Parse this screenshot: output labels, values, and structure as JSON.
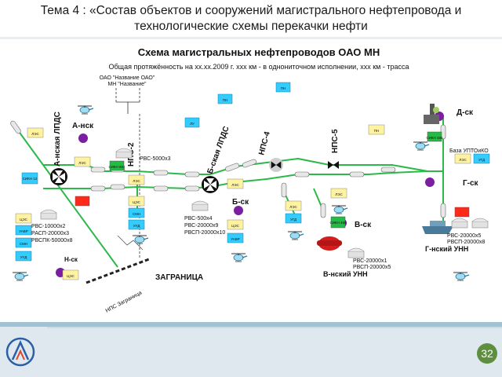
{
  "header": {
    "title_line1": "Тема 4 : «Состав объектов и сооружений магистрального нефтепровода и",
    "title_line2": "технологические схемы перекачки нефти"
  },
  "diagram": {
    "title": "Схема магистральных нефтепроводов ОАО МН",
    "subtitle": "Общая протяжённость на хх.хх.2009 г. ххх км - в однониточном исполнении, ххх км - трасса",
    "org_label_line1": "ОАО \"Название ОАО\"",
    "org_label_line2": "МН \"Название\"",
    "stations": {
      "lpds_a": "А-нская ЛПДС",
      "lpds_b": "Б-ская ЛПДС",
      "nps2": "НПС-2",
      "nps4": "НПС-4",
      "nps5": "НПС-5",
      "nps_border": "НПС Заграница"
    },
    "settlements": {
      "a": "А-нск",
      "b": "Б-ск",
      "v": "В-ск",
      "g": "Г-ск",
      "d": "Д-ск",
      "n": "Н-ск"
    },
    "refineries": {
      "v": "В-нский УНН",
      "g": "Г-нский УНН"
    },
    "border": "ЗАГРАНИЦА",
    "base": "База УПТОиКО",
    "tanks": {
      "a_1": "РВС-10000х2",
      "a_2": "РАСП-20000х3",
      "a_3": "РВСПК-50000х8",
      "nps2": "РВС-5000х3",
      "b_1": "РВС-500х4",
      "b_2": "РВС-20000х9",
      "b_3": "РВСП-20000х10",
      "v_1": "РВС-20000х1",
      "v_2": "РВСП-20000х5",
      "g_1": "РВС-20000х5",
      "g_2": "РВСП-20000х8"
    },
    "boxes": {
      "les": "ЛЭС",
      "ces": "ЦЭС",
      "smn": "СМН",
      "uvp": "УАВР",
      "ukh": "УУД",
      "lu": "ЛУ",
      "pn": "ПН",
      "ugd": "УГД",
      "num_12": "СИКН 12",
      "num_682": "СИКН 682",
      "num_465": "СИКН 465",
      "num_485": "СИКН 485"
    },
    "colors": {
      "pipeline": "#2db84a",
      "box_yellow": "#fff3a0",
      "box_cyan": "#33ccff",
      "box_red": "#ff2a1a",
      "box_green": "#22bb44",
      "settlement": "#7a1fa0"
    }
  },
  "footer": {
    "page_number": "32"
  }
}
